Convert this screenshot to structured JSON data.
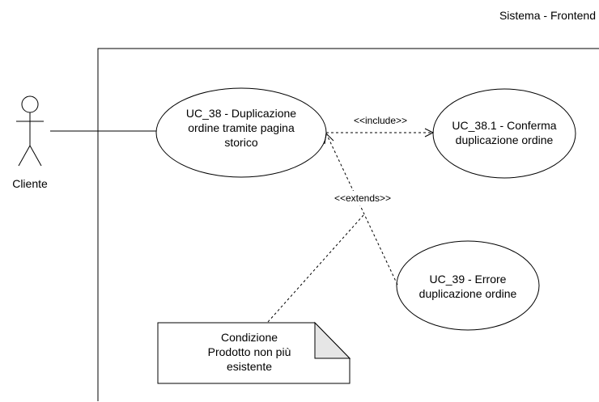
{
  "system_title": "Sistema - Frontend",
  "actor": {
    "name": "Cliente"
  },
  "use_cases": [
    {
      "id": "uc38",
      "lines": [
        "UC_38 - Duplicazione",
        "ordine tramite pagina",
        "storico"
      ]
    },
    {
      "id": "uc38_1",
      "lines": [
        "UC_38.1 - Conferma",
        "duplicazione ordine"
      ]
    },
    {
      "id": "uc39",
      "lines": [
        "UC_39 - Errore",
        "duplicazione ordine"
      ]
    }
  ],
  "relations": {
    "include_label": "<<include>>",
    "extends_label": "<<extends>>"
  },
  "note": {
    "lines": [
      "Condizione",
      "Prodotto non più",
      "esistente"
    ]
  }
}
